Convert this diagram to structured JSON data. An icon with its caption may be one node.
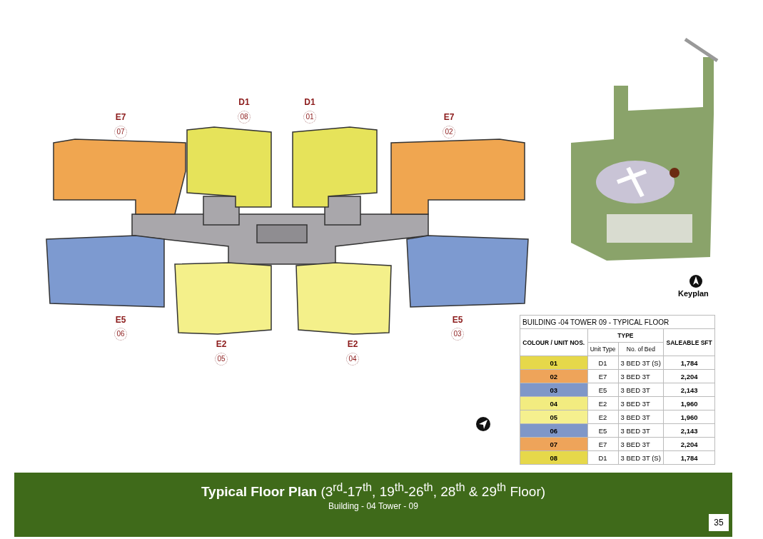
{
  "diagram": {
    "title": "**Typical Floor Plan** (3$^{rd}$-17$^{th}$, 19$^{th}$-26$^{th}$, 28$^{th}$ & 29$^{th}$ Floor)",
    "caption": "Building - 04 Tower - 09",
    "labels": [
      "D1",
      "D1",
      "E7",
      "08",
      "01",
      "E7",
      "07",
      "02",
      "E5",
      "03",
      "E5",
      "06",
      "E2",
      "E2",
      "05",
      "04",
      "Keyplan",
      "BUILDING -04 TOWER 09 - TYPICAL FLOOR",
      "COLOUR / UNIT NOS.",
      "TYPE",
      "SALEABLE SFT",
      "Unit Type",
      "No. of Bed",
      "01",
      "D1",
      "3 BED 3T (S)",
      "1,784",
      "02",
      "E7",
      "3 BED 3T",
      "2,204",
      "03",
      "E5",
      "3 BED 3T",
      "2,143",
      "04",
      "E2",
      "3 BED 3T",
      "1,960",
      "05",
      "E2",
      "3 BED 3T",
      "1,960",
      "06",
      "E5",
      "3 BED 3T",
      "2,143",
      "07",
      "E7",
      "3 BED 3T",
      "2,204",
      "08",
      "D1",
      "3 BED 3T (S)",
      "1,784",
      "35"
    ]
  }
}
